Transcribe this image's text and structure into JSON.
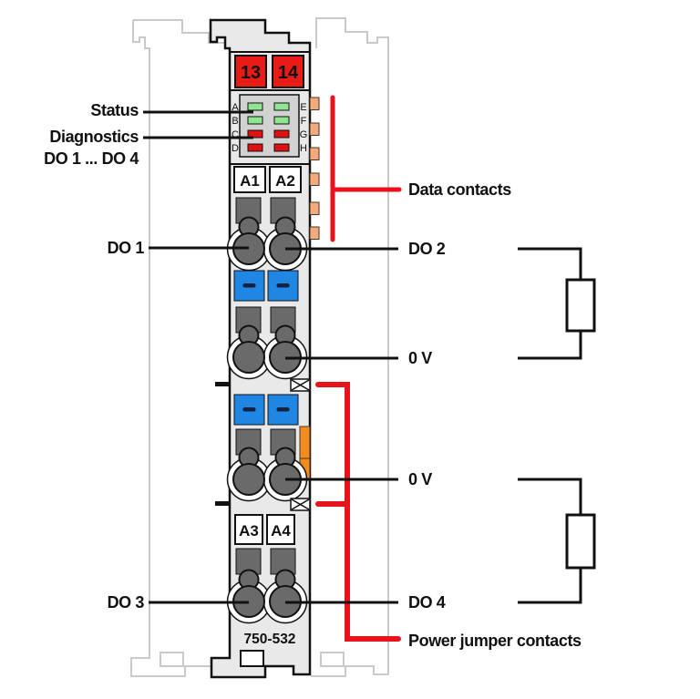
{
  "module": {
    "part_number": "750-532",
    "marking_blocks": [
      "13",
      "14"
    ],
    "led_panel": {
      "left_letters": [
        "A",
        "B",
        "C",
        "D"
      ],
      "right_letters": [
        "E",
        "F",
        "G",
        "H"
      ]
    },
    "terminals": [
      "A1",
      "A2",
      "A3",
      "A4"
    ]
  },
  "callouts": {
    "status": "Status",
    "diagnostics": "Diagnostics",
    "diagnostics_range": "DO 1 ... DO 4",
    "do1": "DO 1",
    "do2": "DO 2",
    "do3": "DO 3",
    "do4": "DO 4",
    "ov_upper": "0 V",
    "ov_lower": "0 V",
    "data_contacts": "Data contacts",
    "power_jumper_contacts": "Power jumper contacts"
  },
  "colors": {
    "marking_red": "#e81b17",
    "led_green": "#90e590",
    "led_red": "#df1111",
    "terminal_blue": "#1f86e4",
    "clamp_dark_gray": "#6a6a6a",
    "data_contact_orange": "#f3ab7d",
    "power_contact_orange": "#f28c1e",
    "callout_red": "#e8131b",
    "module_gray": "#e9e9e9",
    "led_panel_gray": "#d2d2d2",
    "ghost_gray": "#c9c9c9"
  }
}
